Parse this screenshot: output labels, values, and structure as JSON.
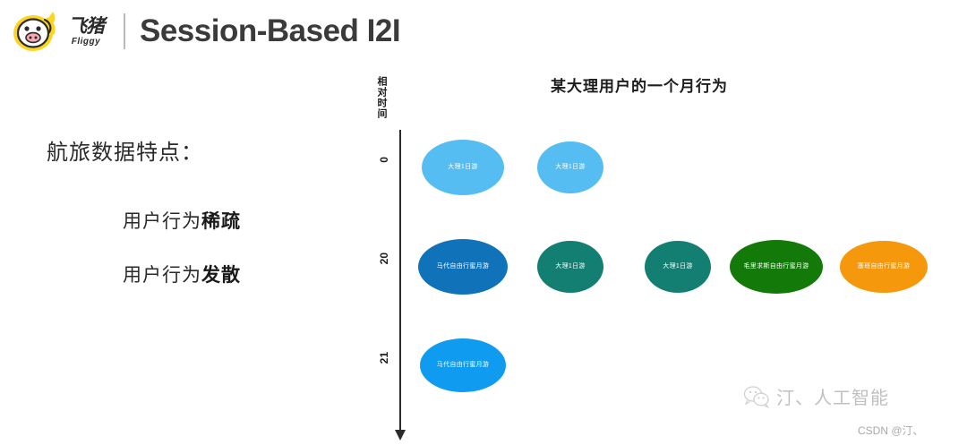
{
  "header": {
    "brand_cn": "飞猪",
    "brand_en": "Fliggy",
    "title": "Session-Based I2I"
  },
  "left_panel": {
    "lead": "航旅数据特点：",
    "bullets": [
      {
        "prefix": "用户行为",
        "emphasis": "稀疏"
      },
      {
        "prefix": "用户行为",
        "emphasis": "发散"
      }
    ]
  },
  "chart_data": {
    "type": "scatter",
    "title": "某大理用户的一个月行为",
    "ylabel": "相对时间",
    "xlabel": "",
    "grid": false,
    "legend": "none",
    "yticks": [
      "0",
      "20",
      "21"
    ],
    "points": [
      {
        "row": 0,
        "y": "0",
        "x": 0,
        "label": "大理1日游",
        "color": "#55bdf2",
        "w": 92,
        "h": 62
      },
      {
        "row": 0,
        "y": "0",
        "x": 1,
        "label": "大理1日游",
        "color": "#55bdf2",
        "w": 74,
        "h": 58
      },
      {
        "row": 1,
        "y": "20",
        "x": 0,
        "label": "马代自由行蜜月游",
        "color": "#1073ba",
        "w": 100,
        "h": 62
      },
      {
        "row": 1,
        "y": "20",
        "x": 1,
        "label": "大理1日游",
        "color": "#137f72",
        "w": 74,
        "h": 58
      },
      {
        "row": 1,
        "y": "20",
        "x": 2,
        "label": "大理1日游",
        "color": "#137f72",
        "w": 74,
        "h": 58
      },
      {
        "row": 1,
        "y": "20",
        "x": 3,
        "label": "毛里求斯自由行蜜月游",
        "color": "#137a0a",
        "w": 104,
        "h": 60
      },
      {
        "row": 1,
        "y": "21",
        "x": 4,
        "label": "塞班自由行蜜月游",
        "color": "#f5980c",
        "w": 98,
        "h": 58
      },
      {
        "row": 2,
        "y": "21",
        "x": 0,
        "label": "马代自由行蜜月游",
        "color": "#0e9bf0",
        "w": 96,
        "h": 60
      }
    ]
  },
  "watermark": {
    "account": "汀、人工智能",
    "tag": "CSDN @汀、"
  }
}
